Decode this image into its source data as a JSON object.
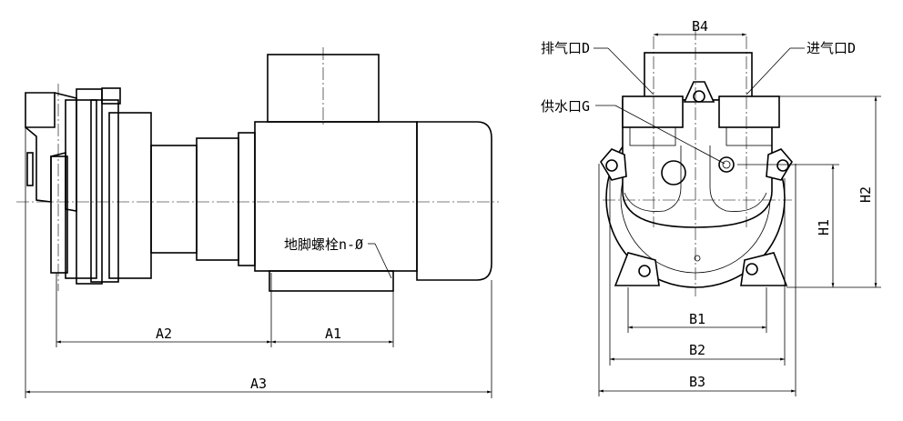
{
  "drawing": {
    "side_view": {
      "dims": {
        "a1": "A1",
        "a2": "A2",
        "a3": "A3"
      },
      "callout_bolt": "地脚螺栓n-Ø"
    },
    "end_view": {
      "dims": {
        "b1": "B1",
        "b2": "B2",
        "b3": "B3",
        "b4": "B4",
        "h1": "H1",
        "h2": "H2"
      },
      "callout_exhaust": "排气口D",
      "callout_inlet": "进气口D",
      "callout_water": "供水口G"
    }
  }
}
